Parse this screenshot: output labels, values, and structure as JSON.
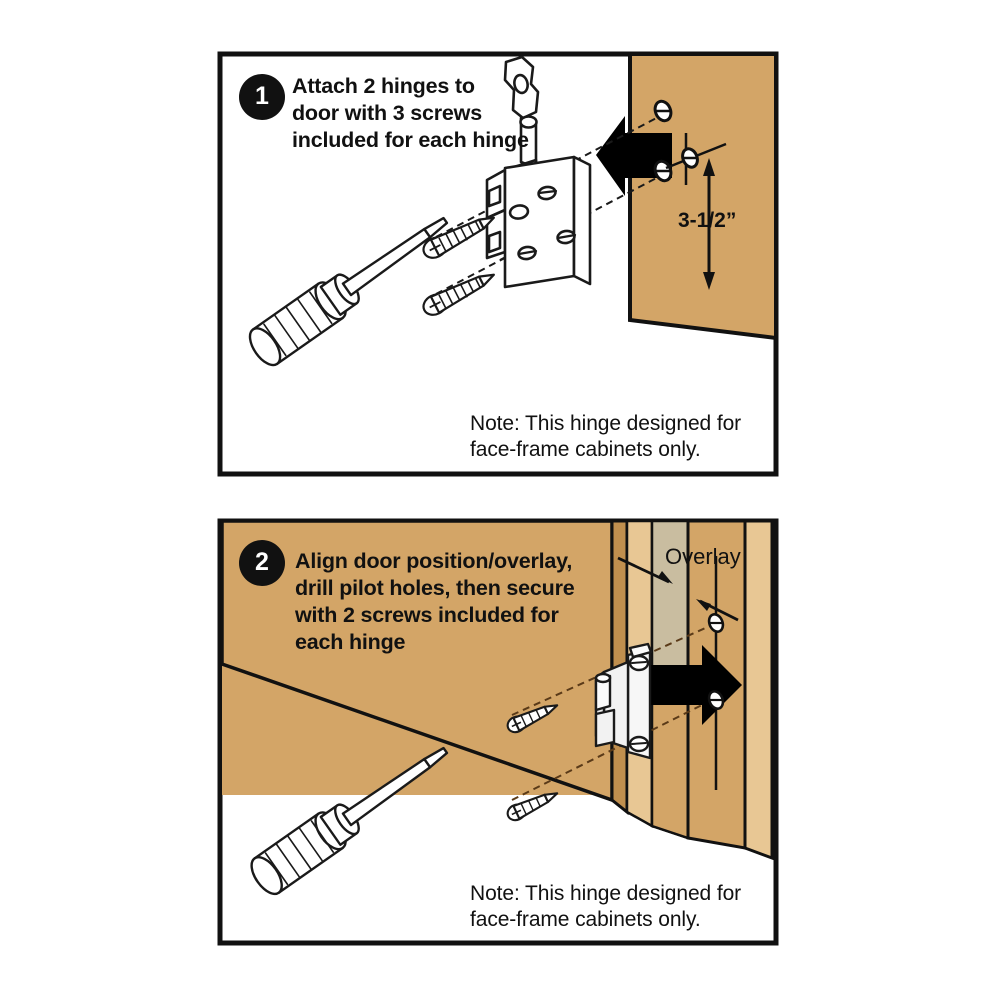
{
  "document": {
    "title": "Cabinet Hinge Installation Instructions",
    "background_color": "#ffffff",
    "panel_border_color": "#111111",
    "wood_color": "#d3a567",
    "wood_light_color": "#e8c794",
    "wood_dark_color": "#c08f4e",
    "overlay_strip_color": "#c9bda0",
    "metal_color": "#f2f2f2",
    "metal_line_color": "#1a1a1a",
    "arrow_color": "#000000",
    "badge_color": "#111111",
    "badge_text_color": "#ffffff"
  },
  "panels": [
    {
      "id": "panel-1",
      "step_number": "1",
      "instruction_lines": [
        "Attach 2 hinges to",
        "door with 3 screws",
        "included for each hinge"
      ],
      "note_lines": [
        "Note: This hinge designed for",
        "face-frame cabinets only."
      ],
      "dimension_label": "3-1/2”",
      "objects": [
        "screwdriver",
        "screw",
        "screw",
        "hinge",
        "cabinet-face-frame",
        "black-arrow",
        "pilot-hole",
        "pilot-hole",
        "dimension-arrow"
      ]
    },
    {
      "id": "panel-2",
      "step_number": "2",
      "instruction_lines": [
        "Align door position/overlay,",
        "drill pilot holes, then secure",
        "with 2 screws included for",
        "each hinge"
      ],
      "note_lines": [
        "Note: This hinge designed for",
        "face-frame cabinets only."
      ],
      "overlay_label": "Overlay",
      "objects": [
        "screwdriver",
        "screw",
        "screw",
        "hinge",
        "cabinet-door",
        "cabinet-face-frame",
        "overlay-region",
        "black-arrow",
        "overlay-pointer-arrow",
        "overlay-pointer-arrow",
        "pilot-hole",
        "pilot-hole"
      ]
    }
  ]
}
